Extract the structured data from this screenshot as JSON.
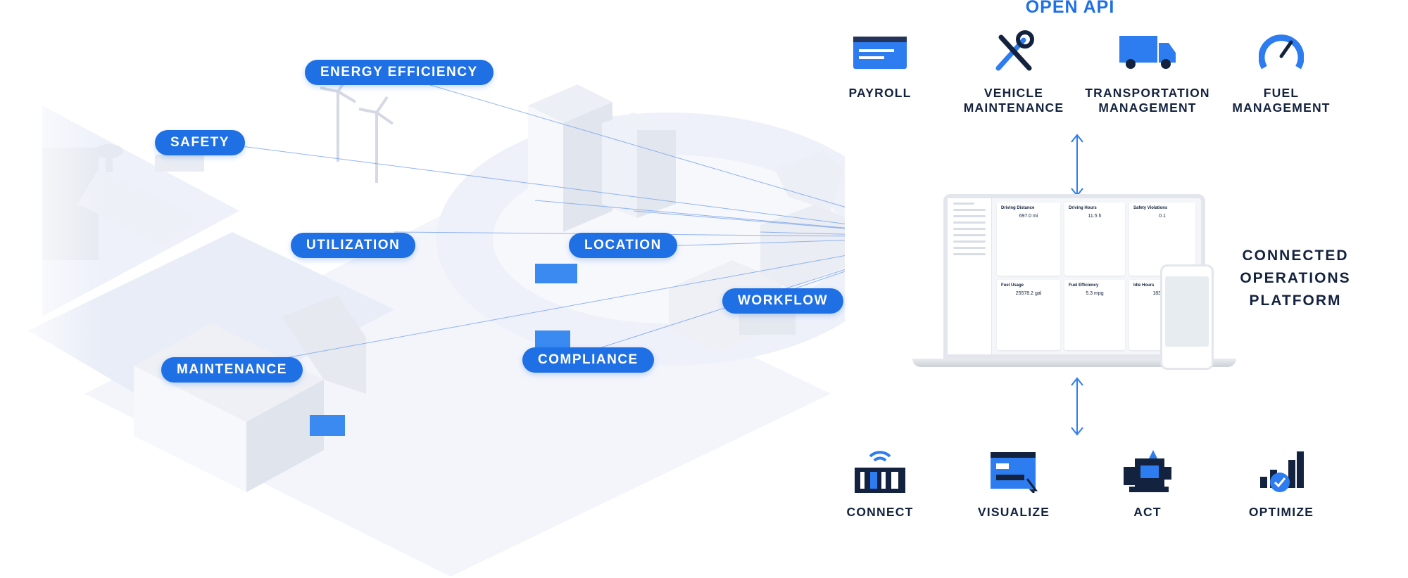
{
  "colors": {
    "accent": "#1f6fe5",
    "navy": "#13223e",
    "line": "#7fa8f0"
  },
  "open_api": {
    "title": "OPEN API",
    "items": [
      {
        "label": "PAYROLL",
        "icon": "payroll-card-icon"
      },
      {
        "label": "VEHICLE\nMAINTENANCE",
        "icon": "wrench-screwdriver-icon"
      },
      {
        "label": "TRANSPORTATION\nMANAGEMENT",
        "icon": "truck-icon"
      },
      {
        "label": "FUEL\nMANAGEMENT",
        "icon": "speedometer-icon"
      }
    ]
  },
  "platform": {
    "label": "CONNECTED\nOPERATIONS\nPLATFORM"
  },
  "bottom": {
    "items": [
      {
        "label": "CONNECT",
        "icon": "connect-wifi-icon"
      },
      {
        "label": "VISUALIZE",
        "icon": "visualize-dashboard-icon"
      },
      {
        "label": "ACT",
        "icon": "act-machine-icon"
      },
      {
        "label": "OPTIMIZE",
        "icon": "optimize-bars-icon"
      }
    ]
  },
  "scene_labels": {
    "energy": "ENERGY EFFICIENCY",
    "safety": "SAFETY",
    "utilization": "UTILIZATION",
    "location": "LOCATION",
    "workflow": "WORKFLOW",
    "maintenance": "MAINTENANCE",
    "compliance": "COMPLIANCE"
  },
  "dashboard": {
    "cards": [
      {
        "title": "Driving Distance",
        "value": "697.0 mi"
      },
      {
        "title": "Driving Hours",
        "value": "11.5 h"
      },
      {
        "title": "Safety Violations",
        "value": "0.1"
      },
      {
        "title": "Fuel Usage",
        "value": "25578.2 gal"
      },
      {
        "title": "Fuel Efficiency",
        "value": "5.3 mpg"
      },
      {
        "title": "Idle Hours",
        "value": "1839.3 h"
      }
    ]
  }
}
